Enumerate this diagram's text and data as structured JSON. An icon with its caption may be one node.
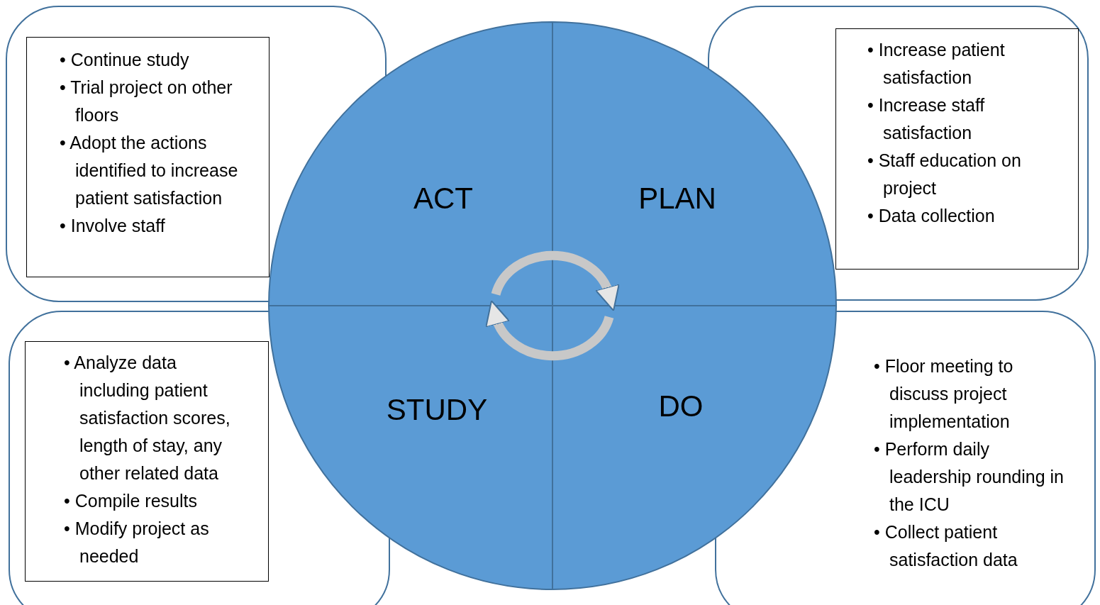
{
  "diagram": {
    "nodes": [
      {
        "text": [
          "• Continue study",
          "• Trial project on other floors",
          "• Adopt the actions identified to increase patient satisfaction",
          "• Involve staff"
        ]
      },
      {
        "text": [
          "ACT"
        ]
      },
      {
        "text": [
          "PLAN"
        ]
      },
      {
        "text": [
          "• Increase patient satisfaction",
          "• Increase staff satisfaction",
          "• Staff education on project",
          "• Data collection"
        ]
      },
      {
        "text": [
          "• Analyze data including patient satisfaction scores, length of stay, any other related data",
          "• Compile results",
          "• Modify project as needed"
        ]
      },
      {
        "text": [
          "STUDY"
        ]
      },
      {
        "text": [
          "DO"
        ]
      },
      {
        "text": [
          "• Floor meeting to discuss project implementation",
          "• Perform daily leadership rounding in the ICU",
          "• Collect patient satisfaction data"
        ]
      }
    ],
    "edges": [
      {
        "from": 1,
        "to": 2,
        "arrow": "to"
      },
      {
        "from": 6,
        "to": 5,
        "arrow": "to"
      }
    ]
  }
}
